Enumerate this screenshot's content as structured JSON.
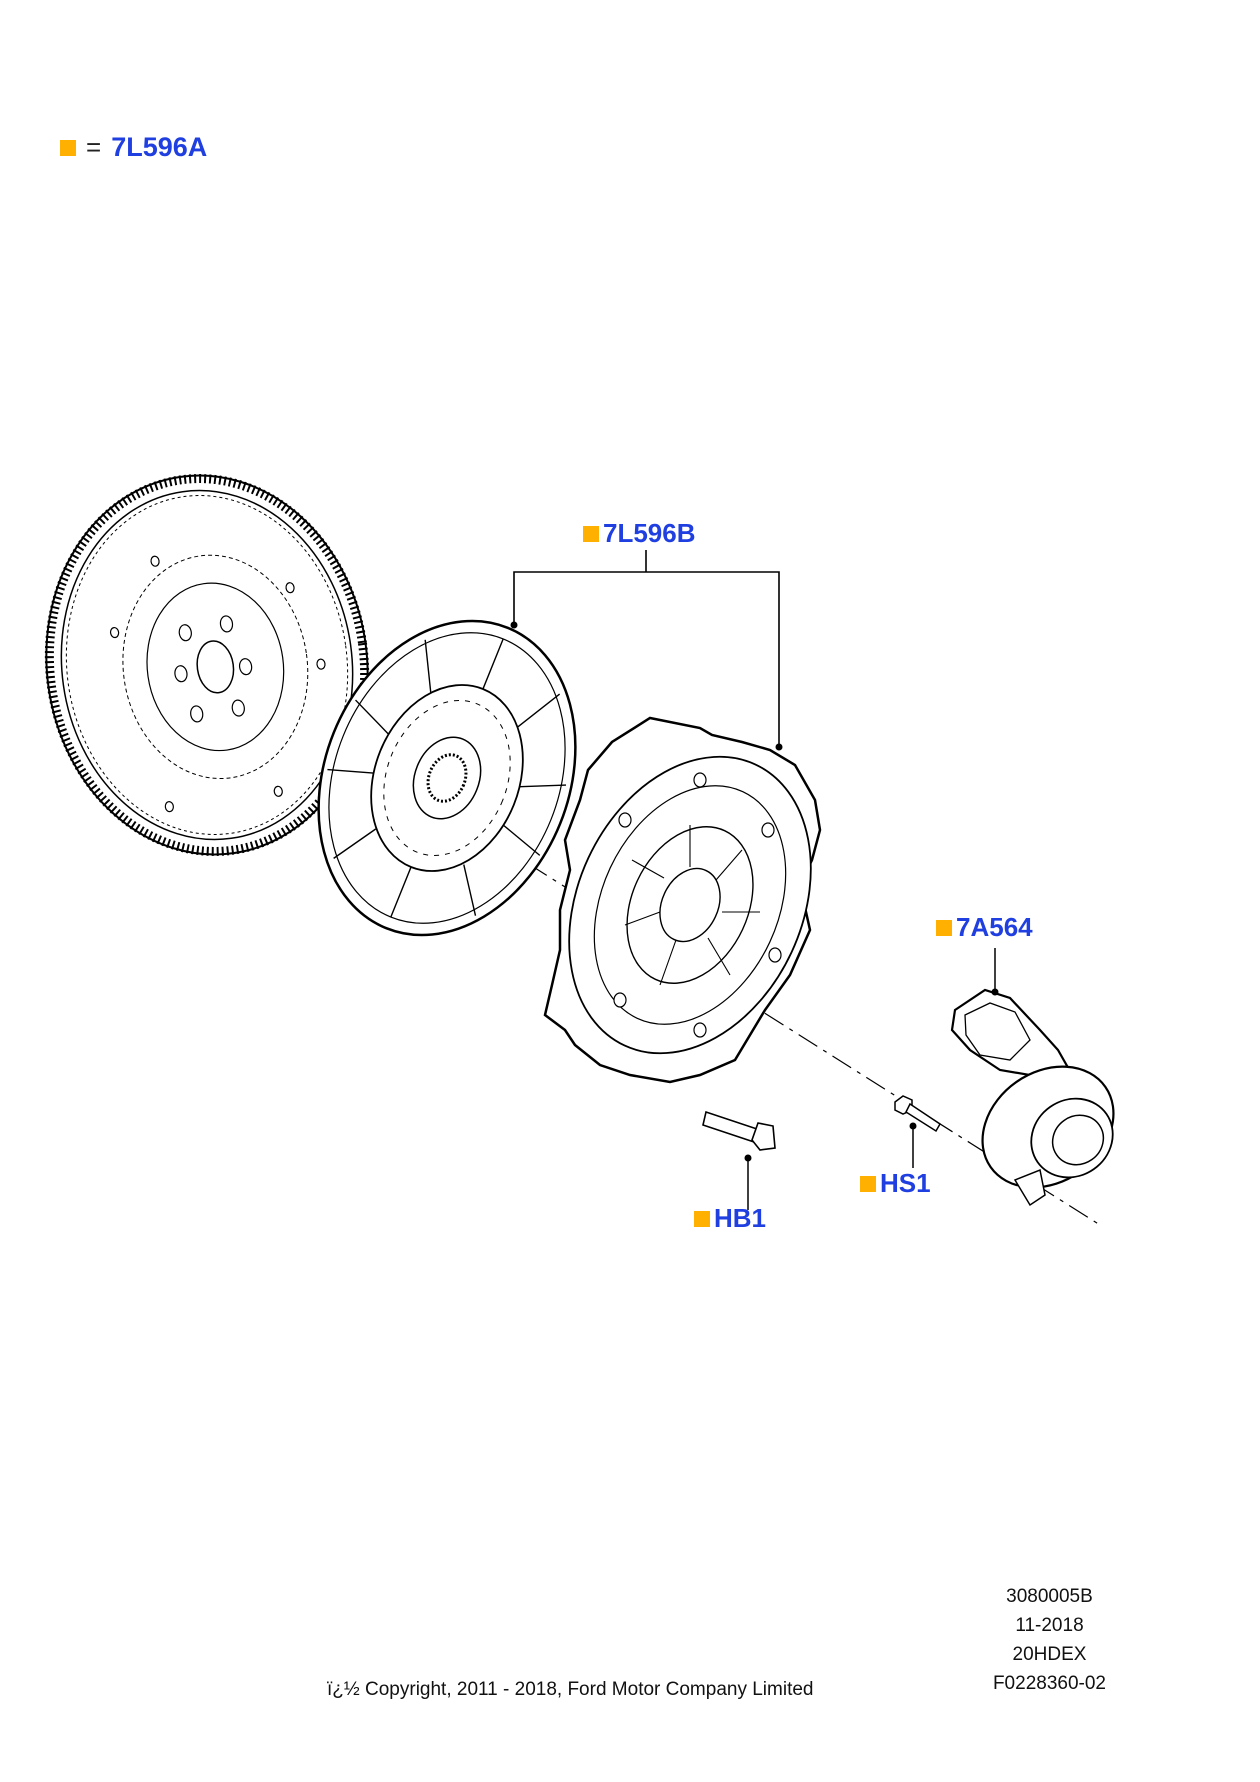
{
  "legend": {
    "equals": "=",
    "code": "7L596A"
  },
  "callouts": {
    "disc": "7L596B",
    "slave": "7A564",
    "bolt_flywheel": "HB1",
    "bolt_slave": "HS1"
  },
  "meta": [
    "3080005B",
    "11-2018",
    "20HDEX",
    "F0228360-02"
  ],
  "copyright": "ï¿½ Copyright, 2011 - 2018, Ford Motor Company Limited",
  "colors": {
    "marker": "#FFB000",
    "code_text": "#1F3FE0",
    "line": "#000000"
  }
}
